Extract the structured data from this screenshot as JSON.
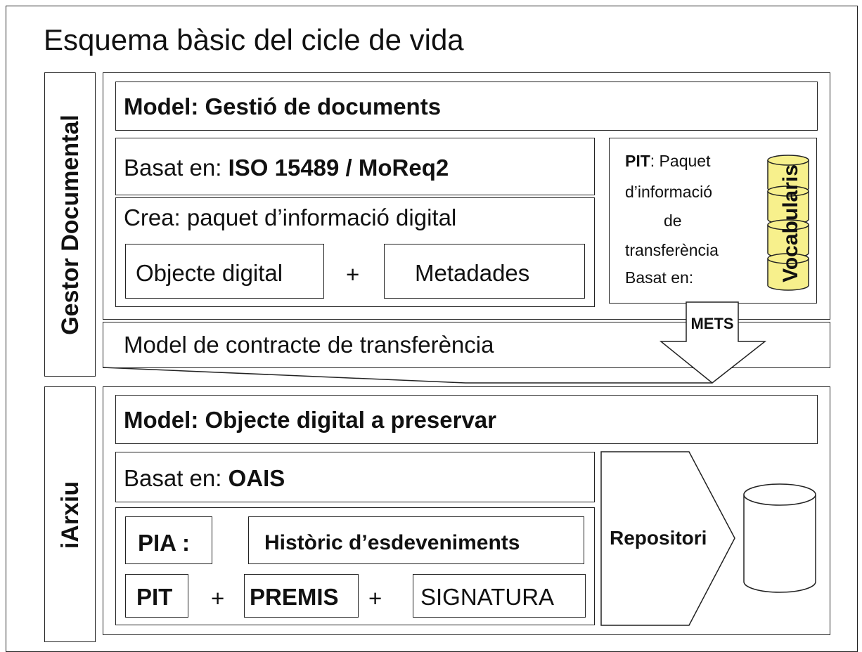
{
  "title": "Esquema bàsic del cicle de vida",
  "gestor": {
    "side_label": "Gestor Documental",
    "model": "Model: Gestió de documents",
    "basat_prefix": "Basat en: ",
    "basat_value": "ISO 15489 / MoReq2",
    "crea": "Crea: paquet d’informació digital",
    "objecte": "Objecte digital",
    "plus": "+",
    "metadades": "Metadades",
    "pit": {
      "bold": "PIT",
      "line1": ": Paquet",
      "line2": "d’informació",
      "line3": "de",
      "line4": "transferència",
      "line5": "Basat en:"
    },
    "vocabularis": "Vocabularis",
    "mets": "METS"
  },
  "contract": "Model de contracte de transferència",
  "iarxiu": {
    "side_label": "iArxiu",
    "model": "Model: Objecte digital a preservar",
    "basat_prefix": "Basat en: ",
    "basat_value": "OAIS",
    "pia": "PIA :",
    "historic": "Històric d’esdeveniments",
    "pit": "PIT",
    "plus1": "+",
    "premis": "PREMIS",
    "plus2": "+",
    "signatura": "SIGNATURA",
    "repositori": "Repositori"
  },
  "colors": {
    "cylinder_fill": "#f7f08c",
    "stroke": "#222222",
    "background": "#ffffff"
  }
}
